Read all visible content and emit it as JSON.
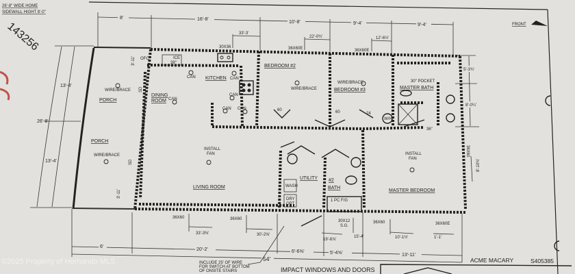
{
  "header": {
    "line1": "26'-8\" WIDE HOME",
    "line2": "SIDEWALL HIGHT 8'-0\"",
    "front": "FRONT",
    "stamp": "143256"
  },
  "rooms": {
    "porch_top": "PORCH",
    "porch_bottom": "PORCH",
    "kitchen": "KITCHEN",
    "dining": "DINING",
    "dining2": "ROOM",
    "bedroom2": "BEDROOM #2",
    "bedroom3": "BEDROOM #3",
    "master_bath": "MASTER BATH",
    "living": "LIVING ROOM",
    "utility": "UTILITY",
    "bath2_num": "#2",
    "bath2": "BATH",
    "master_bedroom": "MASTER BEDROOM"
  },
  "fixtures": {
    "wire_brace": "WIRE/BRACE",
    "can": "CAN",
    "install": "INSTALL",
    "fan": "FAN",
    "pocket": "30\" POCKET",
    "ice": "ICE",
    "w39": "39\"",
    "wash": "WASH",
    "dry": "DRY",
    "opt": "OPT",
    "tub": "1 PC F/G",
    "wh": "W/H",
    "n24": "24",
    "n36": "36\"",
    "n60": "60",
    "sd": "SD",
    "ofc": "OFC"
  },
  "windows": {
    "w1": "30X36",
    "w2": "36X60E",
    "w3": "36X60E",
    "w4": "36X60",
    "w5": "36X60",
    "w6": "30X12",
    "w6b": "S.G.",
    "w7": "36X60",
    "w8": "36X60E",
    "w9": "36X60"
  },
  "dimensions": {
    "top": [
      "8'",
      "16'-8'",
      "10'-8'",
      "9'-4'",
      "9'-4'"
    ],
    "top_offsets": [
      "33'-3'",
      "22'-0¾'",
      "12'-6½'"
    ],
    "left": [
      "13'-4'",
      "26'-8'",
      "13'-4'"
    ],
    "porch_inner": [
      "3'-11'",
      "3'-11'"
    ],
    "right": [
      "5'-3¾'",
      "8'-0¼'",
      "8'-10¾'"
    ],
    "bottom_offsets": [
      "33'-3⅜'",
      "30'-2⅝'",
      "19'-8⅞'",
      "15'-4'",
      "10'-1½'",
      "1'-1'"
    ],
    "bottom": [
      "6'",
      "20'-2'",
      "6'-6⅜'",
      "5'-4⅝'",
      "13'-11'"
    ],
    "overall": "54'"
  },
  "notes": {
    "wire1": "INCLUDE 25' OF WIRE",
    "wire2": "FOR SWITCH AT BOTTOM",
    "wire3": "OF ONSITE STAIRS",
    "impact": "IMPACT WINDOWS AND DOORS",
    "model": "ACME MACARY",
    "serial": "S405385"
  },
  "watermark": "©2025 Property of Hernando MLS"
}
